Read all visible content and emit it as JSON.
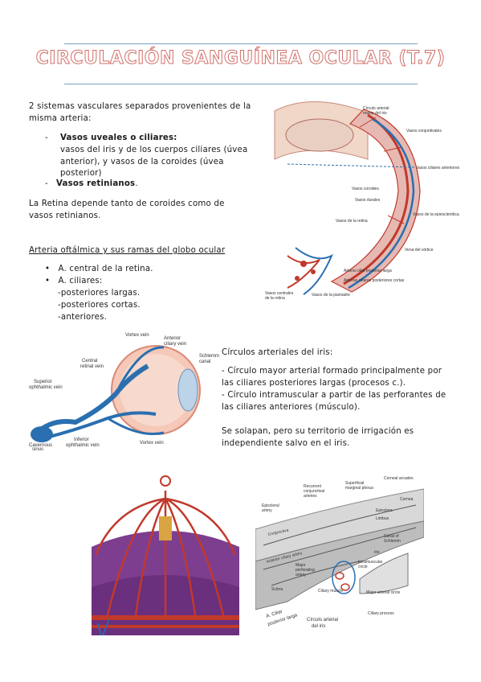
{
  "header": {
    "title": "CIRCULACIÓN SANGUÍNEA OCULAR (T.7)"
  },
  "intro": {
    "line1": "2 sistemas vasculares separados provenientes de la",
    "line2": "misma arteria:",
    "bullets": [
      {
        "dash": "-",
        "head": "Vasos uveales o ciliares:",
        "lines": [
          "vasos del iris y de los cuerpos ciliares (úvea",
          "anterior), y vasos de la coroides (úvea",
          "posterior)"
        ]
      },
      {
        "dash": "-",
        "head": "Vasos retinianos",
        "tail": "."
      }
    ],
    "retina_line1": "La Retina depende tanto de coroides como de",
    "retina_line2": "vasos retinianos."
  },
  "ophthalmic": {
    "heading": "Arteria oftálmica y sus ramas del globo ocular",
    "items": [
      "A. central de la retina.",
      "A. ciliares:"
    ],
    "subitems": [
      "-posteriores largas.",
      "-posteriores cortas.",
      "-anteriores."
    ]
  },
  "iris_circles": {
    "heading": "Círculos arteriales del iris:",
    "p1": [
      "- Círculo mayor arterial formado principalmente por",
      "las ciliares posteriores largas (procesos c.)."
    ],
    "p2": [
      "- Círculo intramuscular a partir de las perforantes de",
      "las ciliares anteriores (músculo)."
    ],
    "p3": [
      "Se solapan, pero su territorio de irrigación es",
      "independiente salvo en el iris."
    ]
  },
  "figure1": {
    "labels": [
      "Círculo arterial",
      "mayor del iris",
      "Vasos conjuntivales",
      "Vasos ciliares anteriores",
      "Vasos coroides",
      "Vasos durales",
      "Vasos de la epiesclerótica",
      "Vasos de la retina",
      "Vena del vórtice",
      "Arteria ciliar posterior larga",
      "Arterias ciliares posteriores cortas",
      "Vasos centrales",
      "de la retina",
      "Vasos de la piamadre"
    ]
  },
  "figure2": {
    "labels": [
      "Vortex vein",
      "Anterior",
      "ciliary vein",
      "Central",
      "retinal vein",
      "Superior",
      "ophthalmic vein",
      "Schlemm",
      "canal",
      "Cavernous",
      "sinus",
      "Inferior",
      "ophthalmic vein",
      "Vortex vein"
    ]
  },
  "figure4": {
    "labels": [
      "Recurrent",
      "conjunctival",
      "arteries",
      "Superficial",
      "marginal plexus",
      "Corneal arcades",
      "Episcleral",
      "artery",
      "Conjunctiva",
      "Episclera",
      "Limbus",
      "Cornea",
      "Canal of",
      "Schlemm",
      "Iris",
      "Intramuscular",
      "circle",
      "Anterior ciliary artery",
      "Major",
      "perforating",
      "artery",
      "Sclera",
      "Ciliary muscle",
      "Major arterial circle",
      "Ciliary process",
      "A. Ciliar",
      "posterior larga",
      "Círculo arterial",
      "del iris"
    ]
  },
  "colors": {
    "title_stroke": "#d26f68",
    "rule": "#7a9fc6",
    "artery": "#c0392b",
    "vein": "#2a6fb0",
    "purple": "#7d3e8f"
  }
}
